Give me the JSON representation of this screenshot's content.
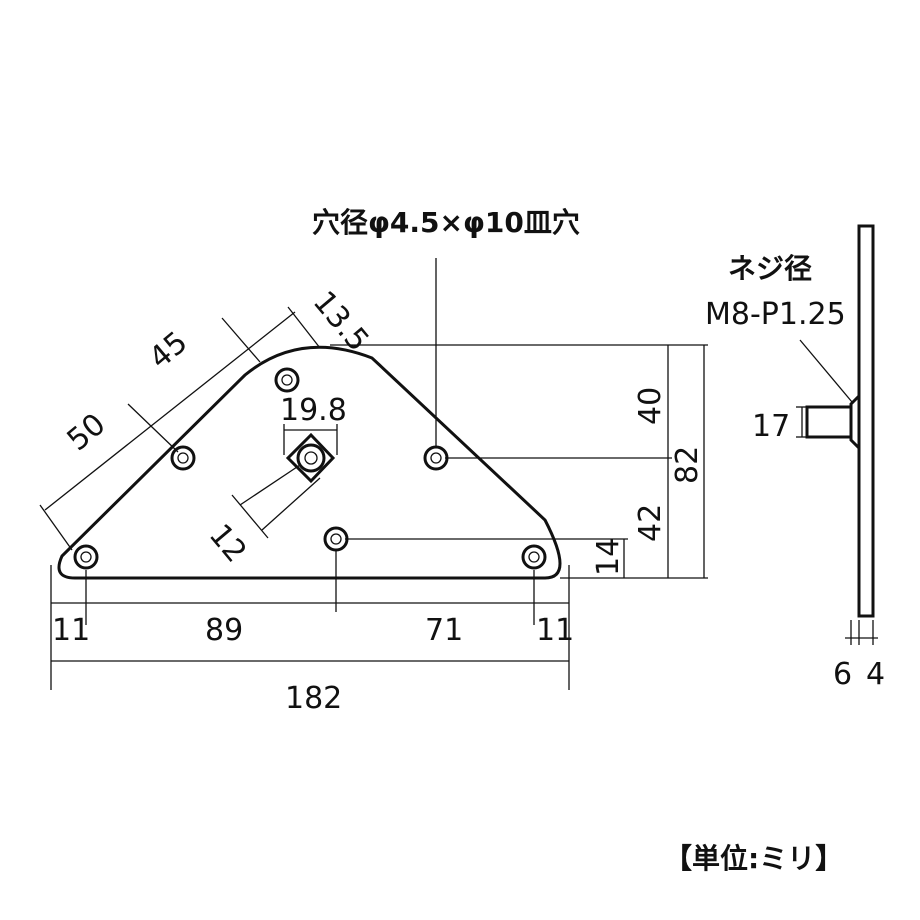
{
  "labels": {
    "hole_spec": "穴径φ4.5×φ10皿穴",
    "thread_title": "ネジ径",
    "thread_spec": "M8-P1.25",
    "unit": "【単位:ミリ】"
  },
  "dimensions": {
    "edge_50": "50",
    "edge_45": "45",
    "edge_13_5": "13.5",
    "center_19_8": "19.8",
    "center_12": "12",
    "right_40": "40",
    "right_82": "82",
    "right_42": "42",
    "right_14": "14",
    "bottom_11_left": "11",
    "bottom_89": "89",
    "bottom_71": "71",
    "bottom_11_right": "11",
    "total_182": "182",
    "side_17": "17",
    "side_6": "6",
    "side_4": "4"
  }
}
